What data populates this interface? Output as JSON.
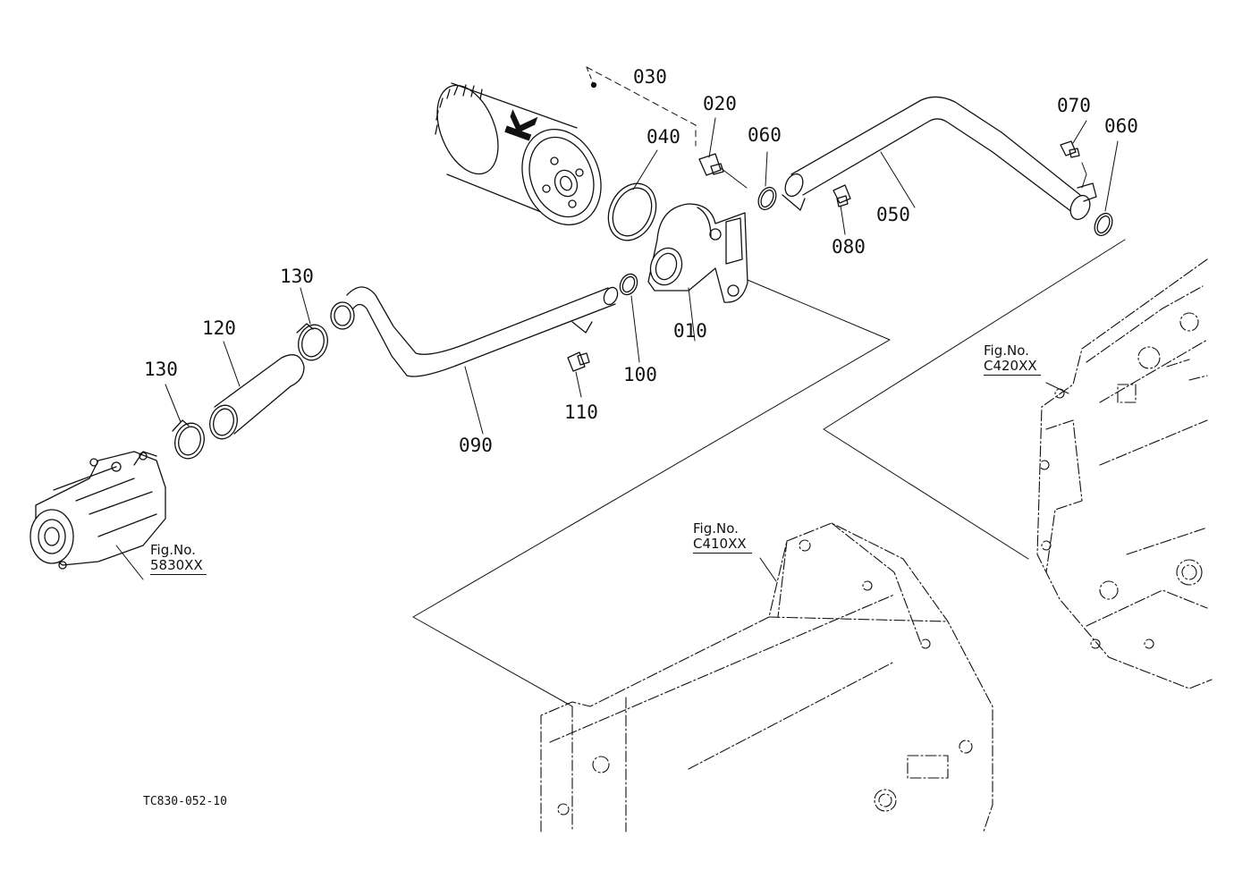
{
  "parts": [
    {
      "id": "p010",
      "label": "010"
    },
    {
      "id": "p020",
      "label": "020"
    },
    {
      "id": "p030",
      "label": "030"
    },
    {
      "id": "p040",
      "label": "040"
    },
    {
      "id": "p050",
      "label": "050"
    },
    {
      "id": "p060a",
      "label": "060"
    },
    {
      "id": "p060b",
      "label": "060"
    },
    {
      "id": "p070",
      "label": "070"
    },
    {
      "id": "p080",
      "label": "080"
    },
    {
      "id": "p090",
      "label": "090"
    },
    {
      "id": "p100",
      "label": "100"
    },
    {
      "id": "p110",
      "label": "110"
    },
    {
      "id": "p120",
      "label": "120"
    },
    {
      "id": "p130a",
      "label": "130"
    },
    {
      "id": "p130b",
      "label": "130"
    }
  ],
  "figure_refs": [
    {
      "id": "ref-5830",
      "caption": "Fig.No.",
      "number": "5830XX"
    },
    {
      "id": "ref-c410",
      "caption": "Fig.No.",
      "number": "C410XX"
    },
    {
      "id": "ref-c420",
      "caption": "Fig.No.",
      "number": "C420XX"
    }
  ],
  "drawing_code": "TC830-052-10",
  "filter_logo": "K"
}
